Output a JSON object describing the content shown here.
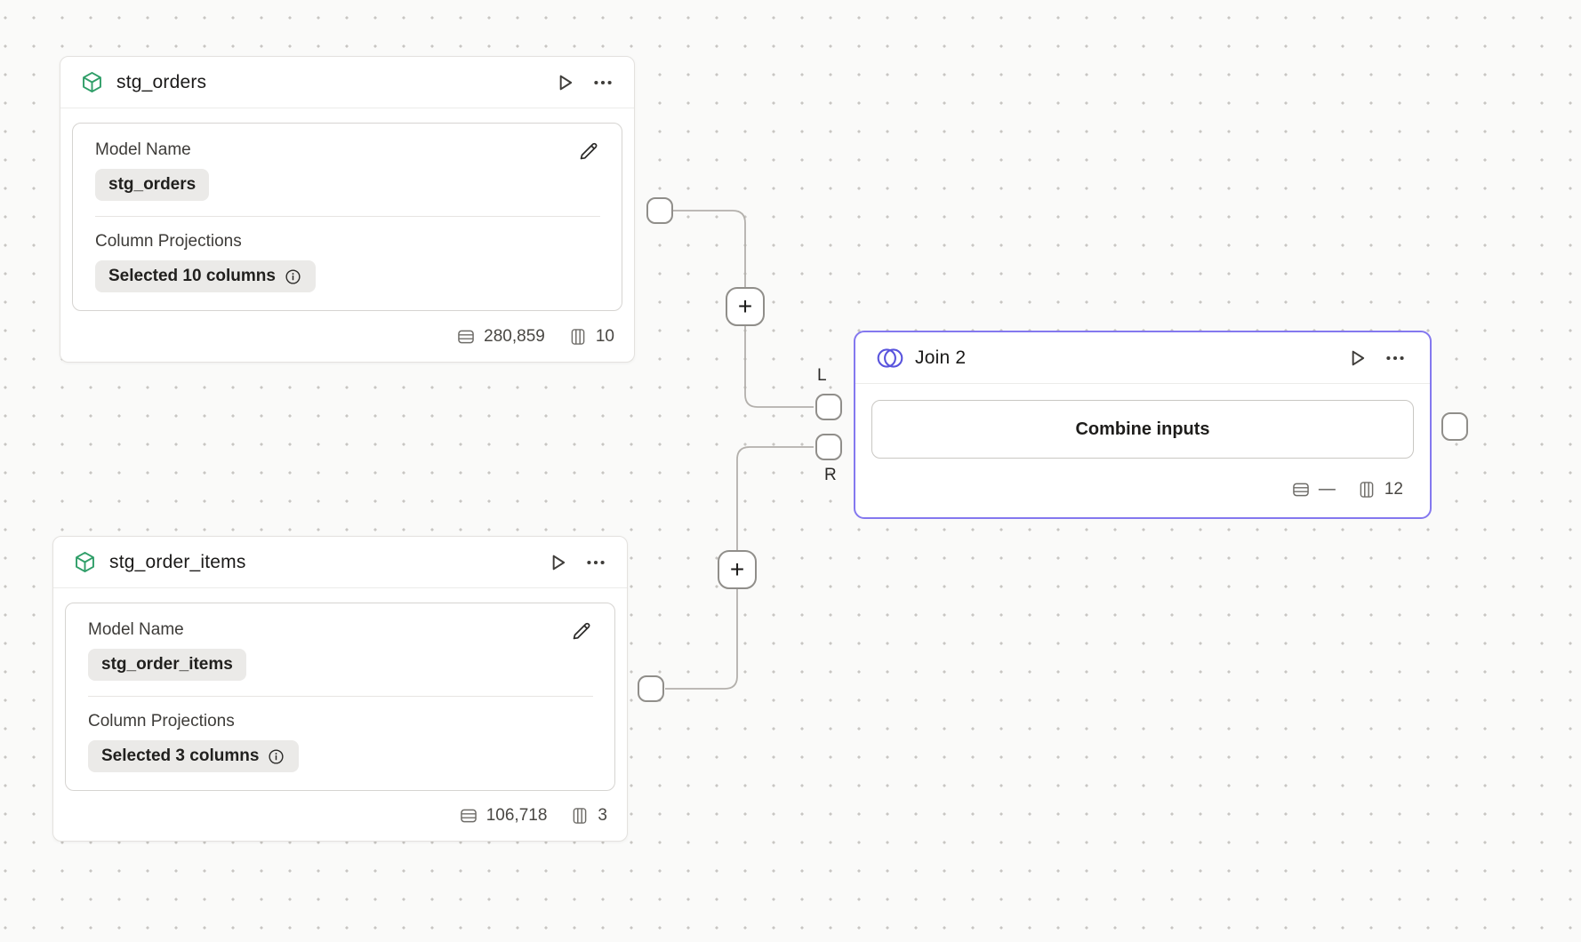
{
  "canvas": {
    "background": "#fafaf9",
    "dot_color": "#c8c6c3"
  },
  "colors": {
    "selected_node_border": "#8478ef",
    "join_icon_blue": "#5954dd",
    "model_icon_green": "#2f9e68"
  },
  "nodes": {
    "stg_orders": {
      "title": "stg_orders",
      "model_name_label": "Model Name",
      "model_name_value": "stg_orders",
      "projections_label": "Column Projections",
      "projections_value": "Selected 10 columns",
      "row_count": "280,859",
      "column_count": "10"
    },
    "stg_order_items": {
      "title": "stg_order_items",
      "model_name_label": "Model Name",
      "model_name_value": "stg_order_items",
      "projections_label": "Column Projections",
      "projections_value": "Selected 3 columns",
      "row_count": "106,718",
      "column_count": "3"
    },
    "join2": {
      "title": "Join 2",
      "combine_button_label": "Combine inputs",
      "row_count": "—",
      "column_count": "12",
      "left_input_label": "L",
      "right_input_label": "R"
    }
  },
  "edges": [
    {
      "from": "stg_orders",
      "to": "join2",
      "input": "L"
    },
    {
      "from": "stg_order_items",
      "to": "join2",
      "input": "R"
    }
  ],
  "add_step_button_label": "+"
}
